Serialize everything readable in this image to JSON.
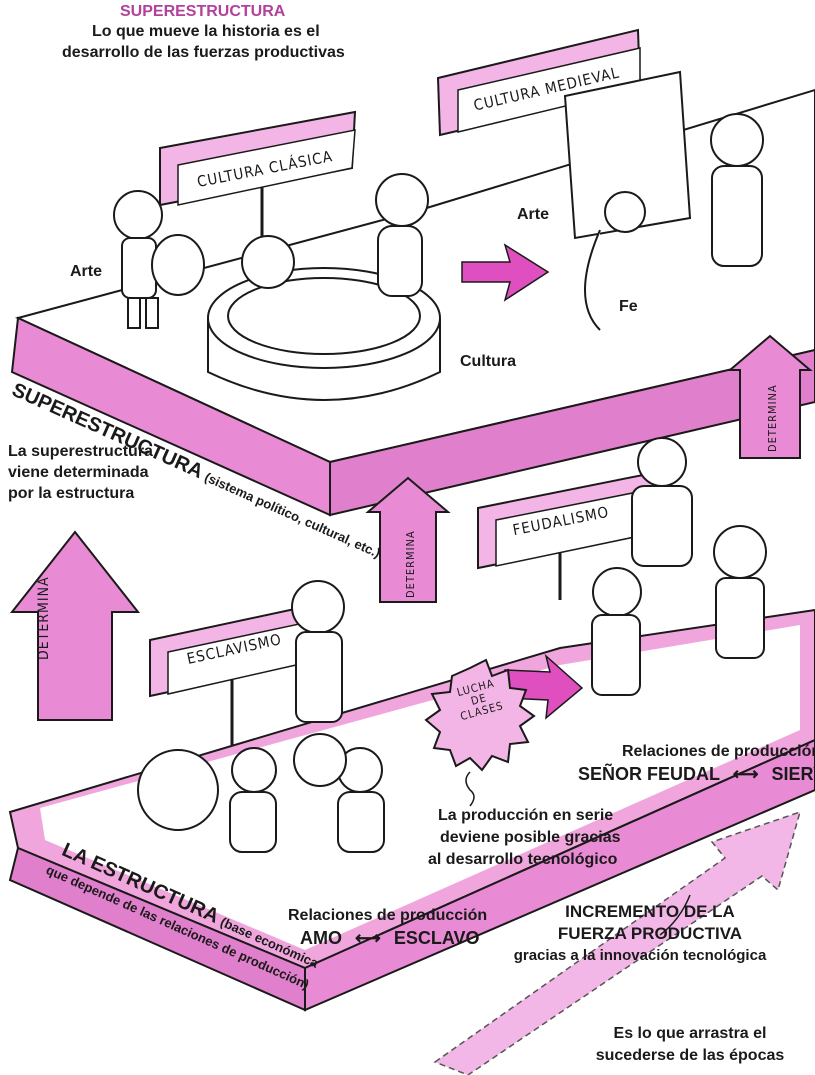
{
  "header": {
    "title": "SUPERESTRUCTURA",
    "subtitle_line1": "Lo que mueve la historia es el",
    "subtitle_line2": "desarrollo de las fuerzas productivas"
  },
  "signs": {
    "cultura_clasica": "CULTURA CLÁSICA",
    "cultura_medieval": "CULTURA MEDIEVAL",
    "feudalismo": "FEUDALISMO",
    "esclavismo": "ESCLAVISMO"
  },
  "labels": {
    "arte_left": "Arte",
    "arte_right": "Arte",
    "fe": "Fe",
    "cultura": "Cultura",
    "lucha_de_clases": [
      "LUCHA",
      "DE",
      "CLASES"
    ]
  },
  "superstructure_platform": {
    "name": "SUPERESTRUCTURA",
    "detail": "(sistema político, cultural, etc.)"
  },
  "structure_platform": {
    "name": "LA ESTRUCTURA",
    "detail_1": "(base económica",
    "detail_2": "que depende de las relaciones de producción)"
  },
  "left_note": {
    "line1": "La superestructura",
    "line2": "viene determinada",
    "line3": "por la estructura"
  },
  "arrows": {
    "big_left": "DETERMINA",
    "middle": "DETERMINA",
    "right": "DETERMINA"
  },
  "feudal_relations": {
    "heading": "Relaciones de producción",
    "left": "SEÑOR FEUDAL",
    "connector": "⟷",
    "right": "SIERVO"
  },
  "slave_relations": {
    "heading": "Relaciones de producción",
    "left": "AMO",
    "connector": "⟷",
    "right": "ESCLAVO"
  },
  "mass_production_note": {
    "line1": "La producción en serie",
    "line2": "deviene posible gracias",
    "line3": "al desarrollo tecnológico"
  },
  "productive_force": {
    "line1": "INCREMENTO DE LA",
    "line2": "FUERZA PRODUCTIVA",
    "line3": "gracias a la innovación tecnológica"
  },
  "epochs_note": {
    "line1": "Es lo que arrastra el",
    "line2": "sucederse de las épocas"
  },
  "colors": {
    "pink": "#e88ad4",
    "pink_dark": "#c760b3",
    "title_magenta": "#b3409a",
    "ink": "#1a1a1a"
  }
}
